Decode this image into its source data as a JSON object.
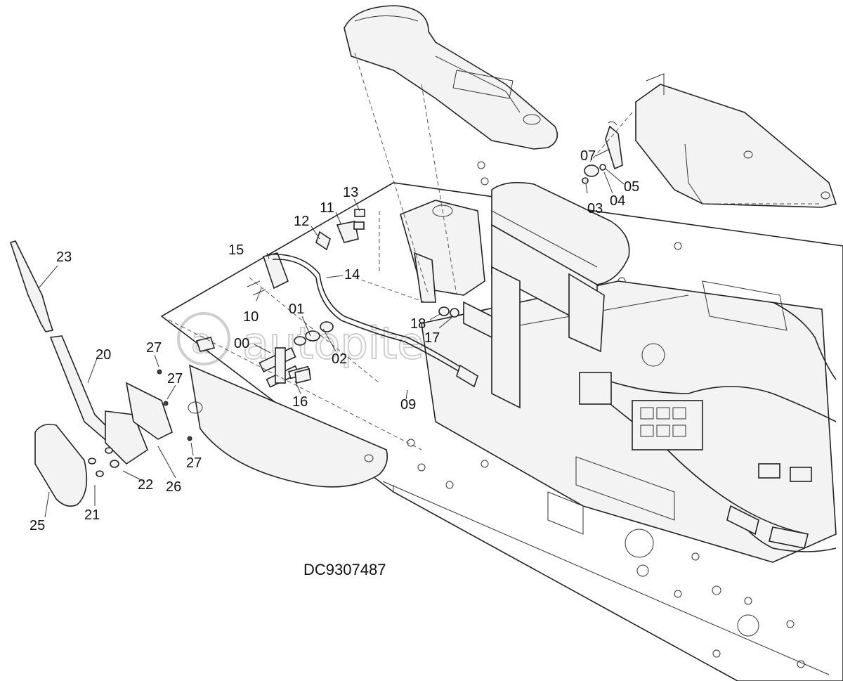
{
  "diagram": {
    "drawing_code": "DC9307487",
    "watermark": "autopiter.ru",
    "callouts": {
      "c00": "00",
      "c01": "01",
      "c02": "02",
      "c03": "03",
      "c04": "04",
      "c05": "05",
      "c07": "07",
      "c09": "09",
      "c10": "10",
      "c11": "11",
      "c12": "12",
      "c13": "13",
      "c14": "14",
      "c15": "15",
      "c16": "16",
      "c17": "17",
      "c18": "18",
      "c20": "20",
      "c21": "21",
      "c22": "22",
      "c23": "23",
      "c25": "25",
      "c26": "26",
      "c27a": "27",
      "c27b": "27",
      "c27c": "27"
    }
  }
}
